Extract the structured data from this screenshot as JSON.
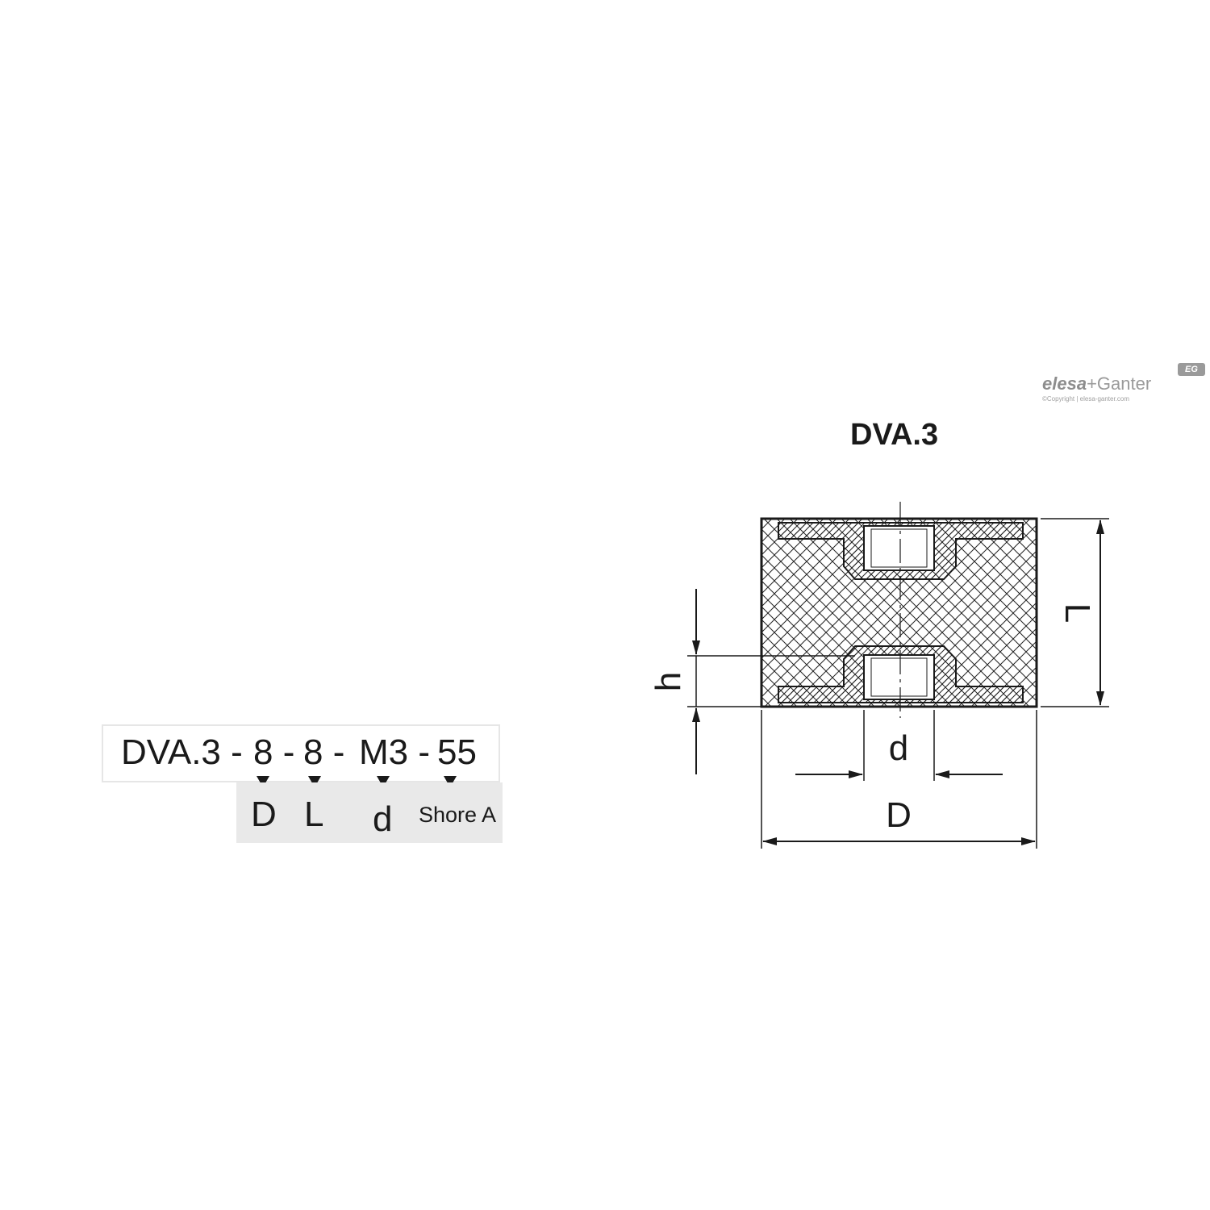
{
  "title": "DVA.3",
  "brand": {
    "name_a": "elesa",
    "name_b": "+Ganter",
    "badge": "EG",
    "copyright": "©Copyright | elesa-ganter.com"
  },
  "ordering_code": {
    "parts": [
      "DVA.3 -",
      "8 -",
      "8 -",
      "M3 -",
      "55"
    ],
    "legend": [
      "D",
      "L",
      "d",
      "Shore A"
    ]
  },
  "dimensions": {
    "L": "L",
    "h": "h",
    "d": "d",
    "D": "D"
  }
}
